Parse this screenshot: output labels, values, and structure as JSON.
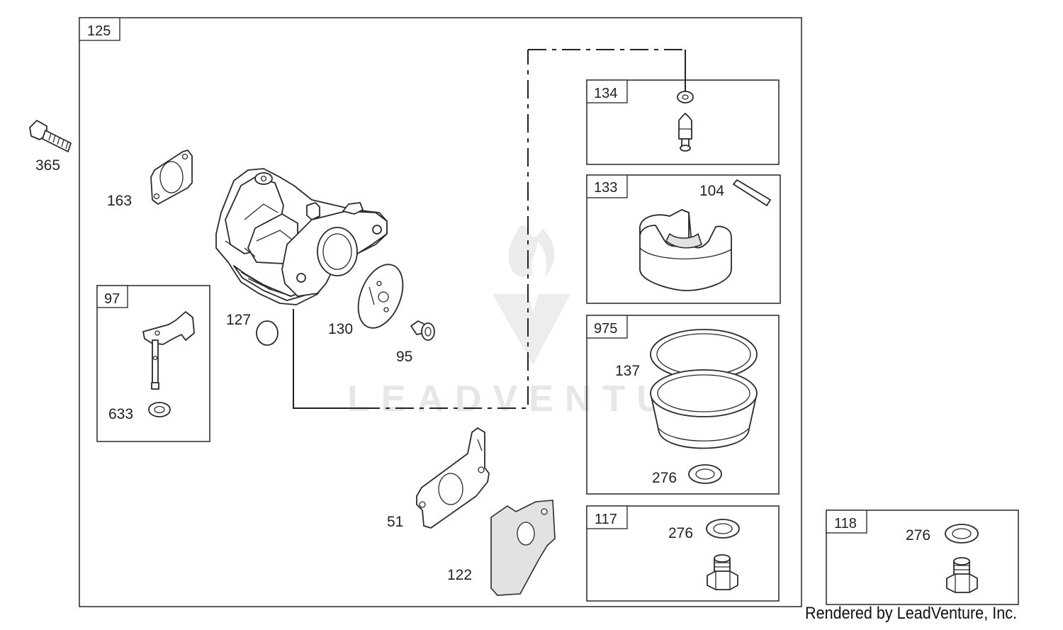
{
  "watermark": "LEADVENTURE",
  "credit": "Rendered by LeadVenture, Inc.",
  "groups": {
    "g125": "125",
    "g97": "97",
    "g134": "134",
    "g133": "133",
    "g975": "975",
    "g117": "117",
    "g118": "118"
  },
  "labels": {
    "p365": "365",
    "p163": "163",
    "p127": "127",
    "p130": "130",
    "p95": "95",
    "p633": "633",
    "p104": "104",
    "p137": "137",
    "p276a": "276",
    "p51": "51",
    "p122": "122",
    "p276b": "276",
    "p276c": "276"
  }
}
